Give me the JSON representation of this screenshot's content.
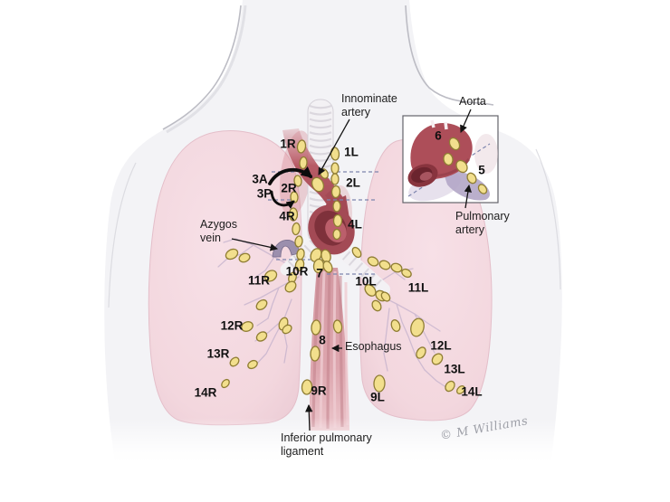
{
  "stations": [
    "1R",
    "1L",
    "2R",
    "2L",
    "3A",
    "3P",
    "4R",
    "4L",
    "5",
    "6",
    "7",
    "8",
    "9R",
    "9L",
    "10R",
    "10L",
    "11R",
    "11L",
    "12R",
    "12L",
    "13R",
    "13L",
    "14R",
    "14L"
  ],
  "annotations": {
    "innominate_artery": [
      "Innominate",
      "artery"
    ],
    "azygos_vein": [
      "Azygos",
      "vein"
    ],
    "esophagus": "Esophagus",
    "inferior_pulmonary_ligament": [
      "Inferior pulmonary",
      "ligament"
    ],
    "aorta": "Aorta",
    "pulmonary_artery": [
      "Pulmonary",
      "artery"
    ]
  },
  "signature": "© M Williams",
  "colors": {
    "lung_pink": "#f3d7de",
    "node_yellow": "#f2df8d",
    "node_outline": "#8f7d33",
    "artery_red": "#b5545f",
    "artery_dark": "#7e313b",
    "esophagus_pink": "#dda6ae",
    "azygos_purple": "#9b8fad",
    "pulmonary_artery_purple": "#b3a6c6",
    "dashed_line_blue": "#7d85ad",
    "label_text": "#101010",
    "signature_gray": "#9ea0a8"
  }
}
